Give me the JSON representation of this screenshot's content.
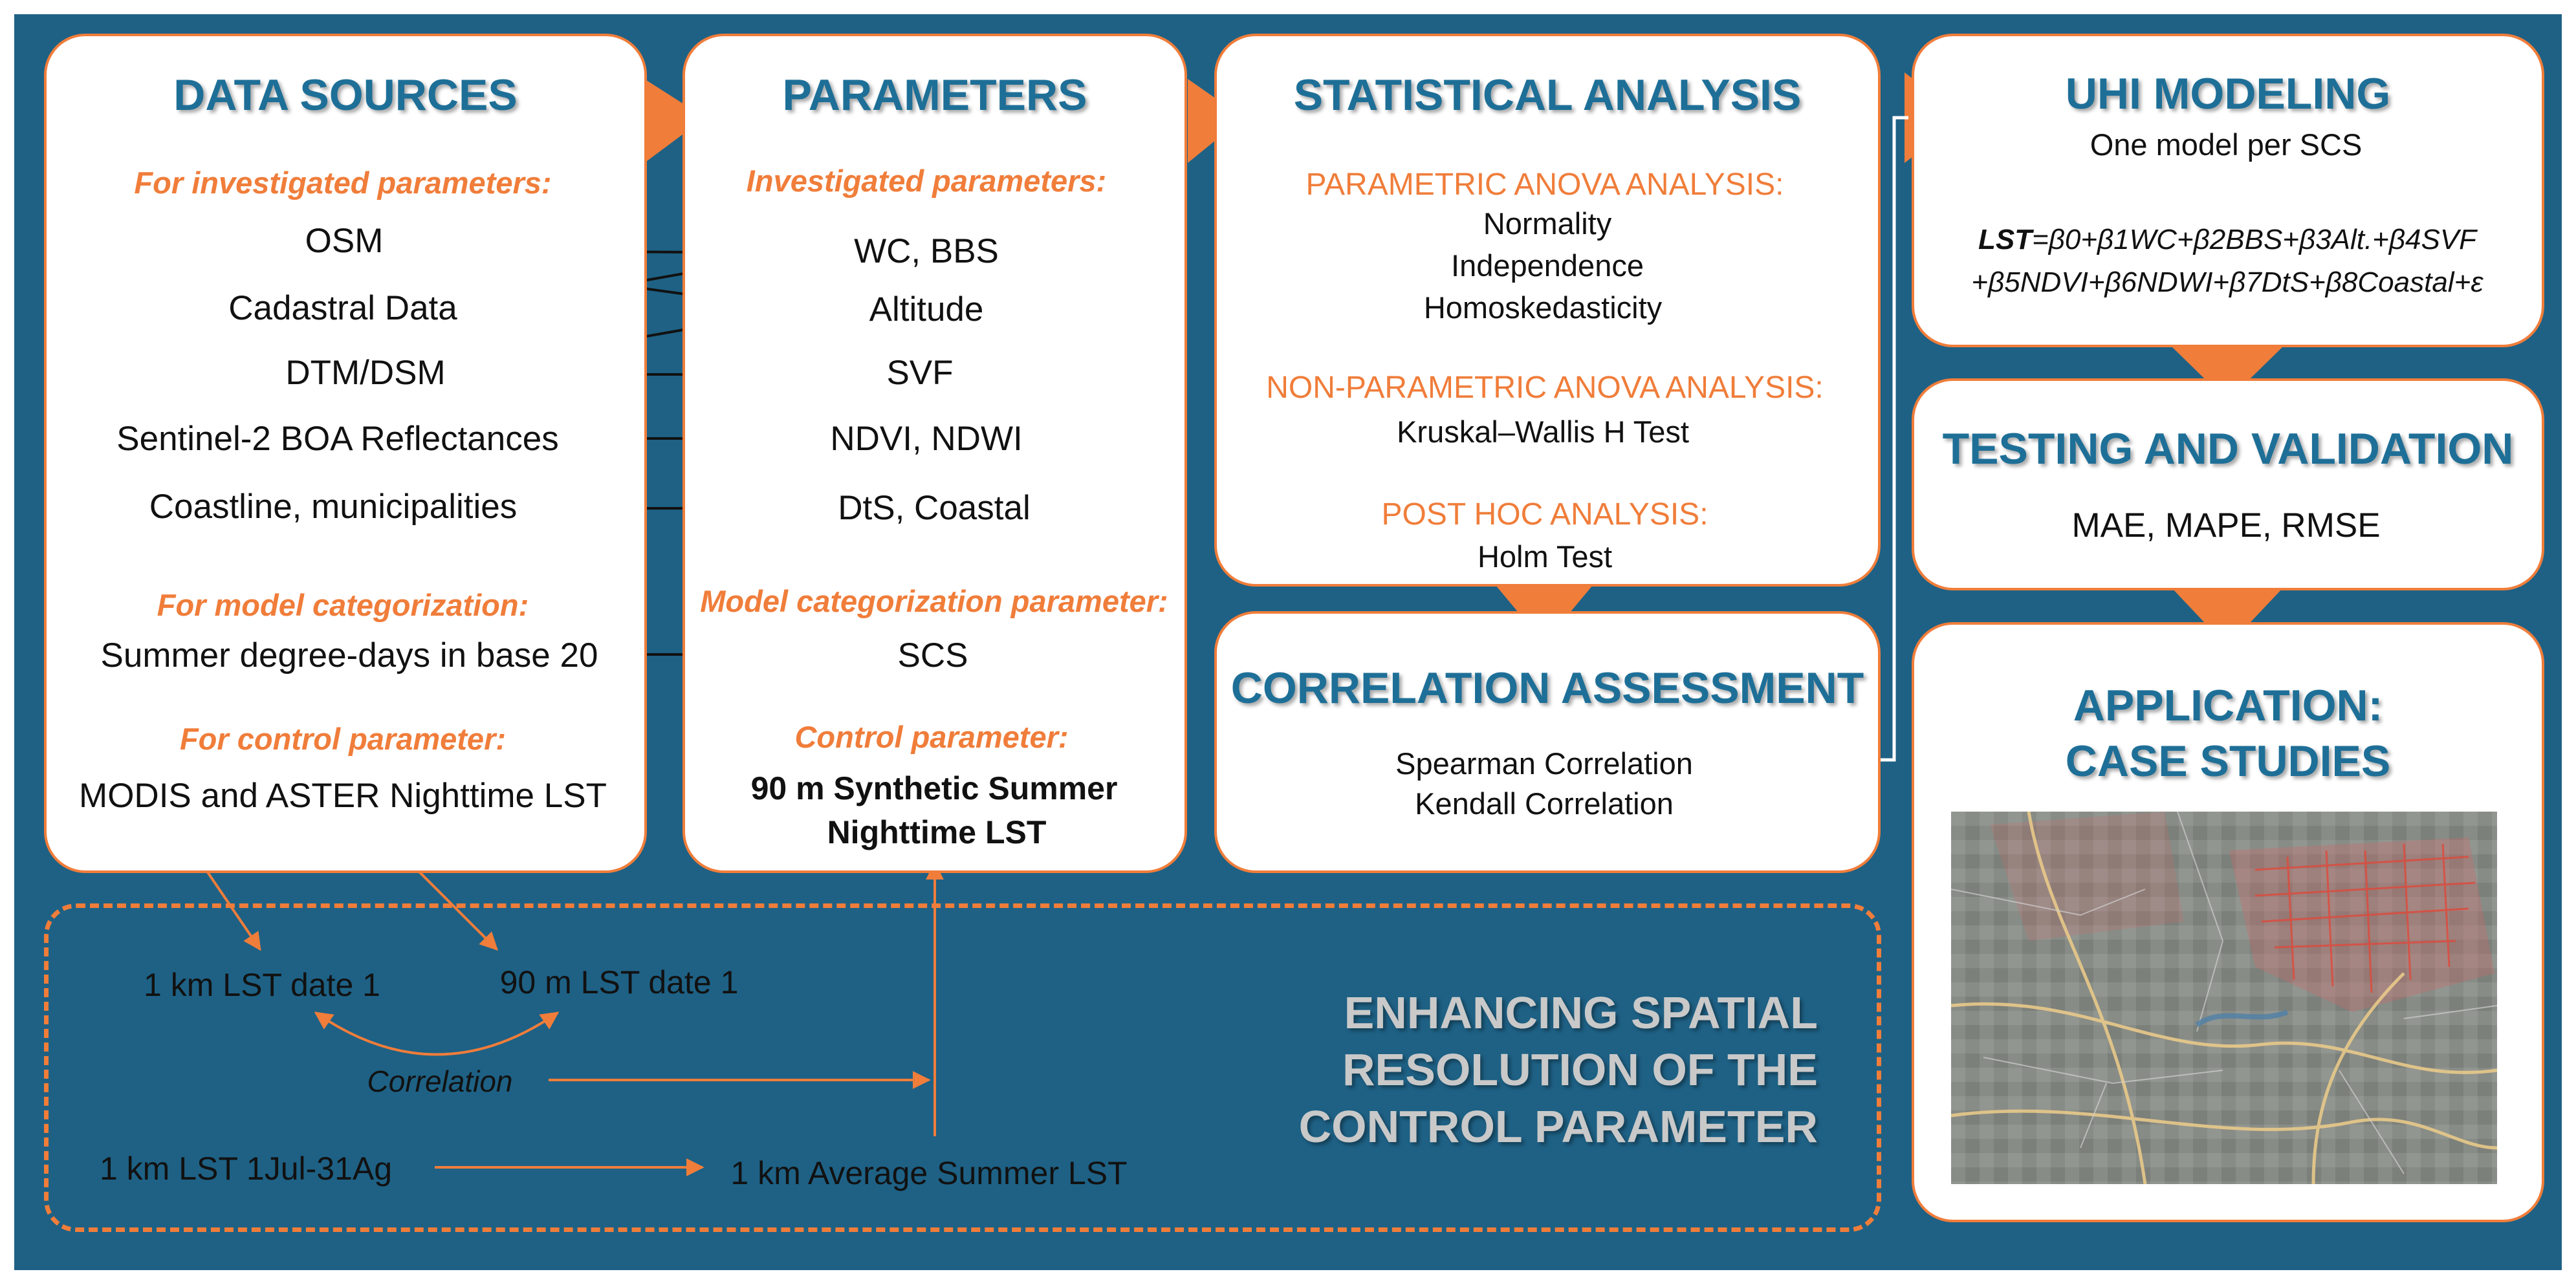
{
  "data_sources": {
    "title": "DATA SOURCES",
    "sub_investigated": "For investigated parameters:",
    "osm": "OSM",
    "cadastral": "Cadastral Data",
    "dtm": "DTM/DSM",
    "sentinel": "Sentinel-2 BOA Reflectances",
    "coastline": "Coastline, municipalities",
    "sub_model": "For model categorization:",
    "degree_days": "Summer degree-days in base 20",
    "sub_control": "For control parameter:",
    "modis": "MODIS and ASTER Nighttime LST"
  },
  "parameters": {
    "title": "PARAMETERS",
    "sub_investigated": "Investigated parameters:",
    "wc": "WC, BBS",
    "altitude": "Altitude",
    "svf": "SVF",
    "ndvi": "NDVI, NDWI",
    "dts": "DtS, Coastal",
    "sub_model": "Model categorization parameter:",
    "scs": "SCS",
    "sub_control": "Control parameter:",
    "control_line1": "90 m Synthetic Summer",
    "control_line2": "Nighttime LST"
  },
  "statistical": {
    "title": "STATISTICAL ANALYSIS",
    "parametric": "PARAMETRIC ANOVA ANALYSIS:",
    "normality": "Normality",
    "independence": "Independence",
    "homosked": "Homoskedasticity",
    "nonparametric": "NON-PARAMETRIC ANOVA ANALYSIS:",
    "kruskal": "Kruskal–Wallis H Test",
    "posthoc": "POST HOC ANALYSIS:",
    "holm": "Holm Test"
  },
  "correlation": {
    "title": "CORRELATION ASSESSMENT",
    "spearman": "Spearman Correlation",
    "kendall": "Kendall Correlation"
  },
  "uhi": {
    "title": "UHI MODELING",
    "subtitle": "One model per SCS",
    "lst_bold": "LST",
    "formula_line1": "=β0+β1WC+β2BBS+β3Alt.+β4SVF",
    "formula_line2": "+β5NDVI+β6NDWI+β7DtS+β8Coastal+ε"
  },
  "testing": {
    "title": "TESTING AND VALIDATION",
    "metrics": "MAE, MAPE, RMSE"
  },
  "application": {
    "title_line1": "APPLICATION:",
    "title_line2": "CASE STUDIES"
  },
  "enhancing": {
    "lst_date_1km": "1 km LST date 1",
    "lst_date_90m": "90 m LST date 1",
    "correlation": "Correlation",
    "lst_period": "1 km LST 1Jul-31Ag",
    "avg_summer": "1 km Average Summer LST",
    "title_line1": "ENHANCING SPATIAL",
    "title_line2": "RESOLUTION OF THE",
    "title_line3": "CONTROL PARAMETER"
  },
  "colors": {
    "background": "#1e6185",
    "accent_orange": "#f07d3a",
    "title_blue": "#1e6f97"
  }
}
